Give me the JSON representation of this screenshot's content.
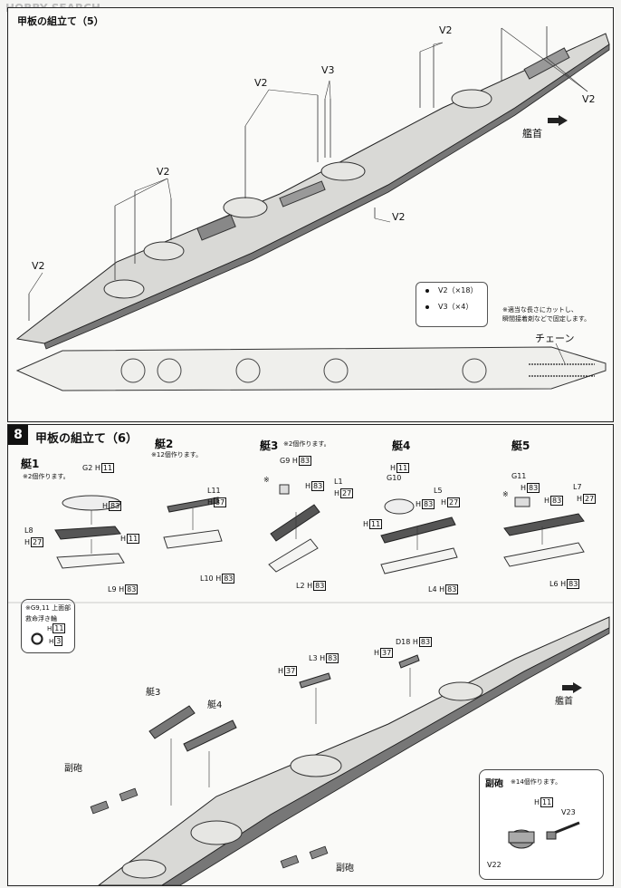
{
  "watermark": "HOBBY SEARCH",
  "step7": {
    "title": "甲板の組立て（5）",
    "v2": "V2",
    "v3": "V3",
    "bow": "艦首",
    "legend": [
      "V2（×18）",
      "V3（×4）"
    ],
    "note_line1": "※適当な長さにカットし、",
    "note_line2": "瞬間接着剤などで固定します。",
    "chain": "チェーン"
  },
  "step8": {
    "num": "8",
    "title": "甲板の組立て（6）",
    "boat1": {
      "name": "艇1",
      "note": "※2個作ります。"
    },
    "boat2": {
      "name": "艇2",
      "note": "※12個作ります。"
    },
    "boat3": {
      "name": "艇3",
      "note": "※2個作ります。"
    },
    "boat4": {
      "name": "艇4"
    },
    "boat5": {
      "name": "艇5"
    },
    "parts": {
      "G2": "G2",
      "L8": "L8",
      "L9": "L9",
      "H": "H",
      "n11": "11",
      "n27": "27",
      "n37": "37",
      "n83": "83",
      "n3": "3",
      "L11": "L11",
      "L10": "L10",
      "G9": "G9",
      "L1": "L1",
      "L2": "L2",
      "G10": "G10",
      "L5": "L5",
      "L4": "L4",
      "G11": "G11",
      "L7": "L7",
      "L6": "L6",
      "L3": "L3",
      "D18": "D18",
      "V23": "V23",
      "V22": "V22",
      "asterisk": "※"
    },
    "lifering": {
      "line1": "※G9,11 上面部",
      "line2": "救命浮き輪"
    },
    "bow": "艦首",
    "gun": {
      "title": "副砲",
      "note": "※14個作ります。"
    },
    "fukuhou": "副砲",
    "tei3": "艇3",
    "tei4": "艇4"
  },
  "colors": {
    "ink": "#111111",
    "hull": "#5a5a5a",
    "deck": "#d9d9d6",
    "turret": "#e6e6e3"
  }
}
